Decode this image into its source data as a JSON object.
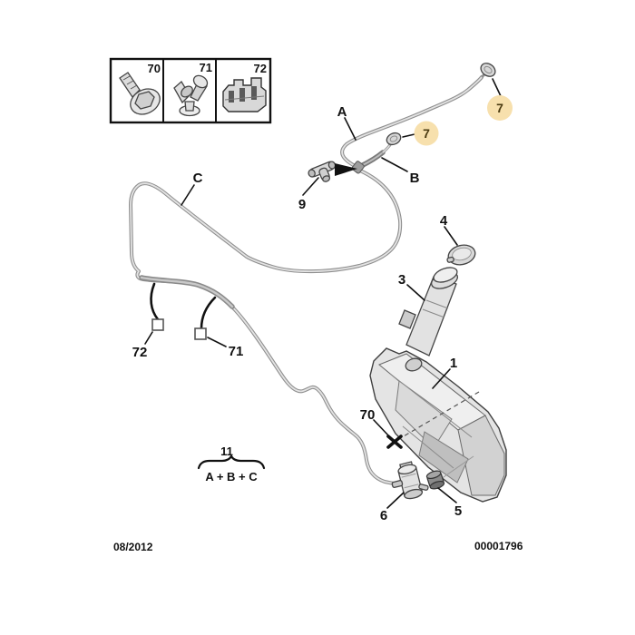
{
  "document": {
    "date": "08/2012",
    "number": "00001796"
  },
  "colors": {
    "highlight_badge": "#F7E0AD",
    "badge_text": "#4a3a10",
    "line": "#111111",
    "hose_outer": "#8f8f8f",
    "hose_inner": "#e3e3e3",
    "part_fill_light": "#ececec",
    "part_fill_mid": "#d4d4d4",
    "part_fill_dark": "#c2c2c2"
  },
  "fastener_box": {
    "items": [
      {
        "id": "70",
        "icon": "hex-flange-bolt-icon"
      },
      {
        "id": "71",
        "icon": "plastic-clip-icon"
      },
      {
        "id": "72",
        "icon": "slotted-bracket-clip-icon"
      }
    ]
  },
  "callouts": {
    "hose_a": "A",
    "hose_b": "B",
    "hose_c": "C",
    "nozzle_right": "7",
    "nozzle_left": "7",
    "t_connector": "9",
    "cap": "4",
    "filler_neck": "3",
    "reservoir": "1",
    "bolt": "70",
    "grommet": "5",
    "pump": "6",
    "clip_71": "71",
    "clip_72": "72",
    "kit_number": "11",
    "kit_formula": "A + B + C"
  }
}
